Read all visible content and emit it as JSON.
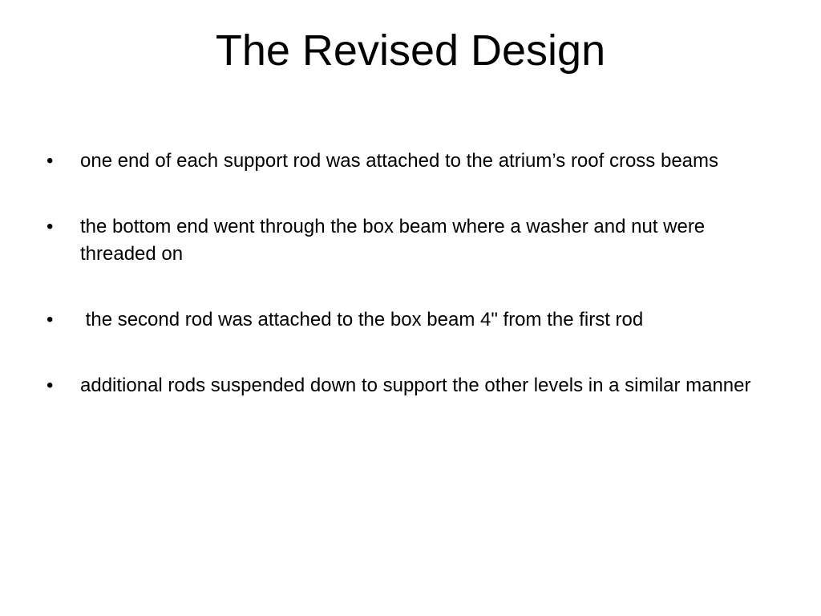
{
  "slide": {
    "title": "The Revised Design",
    "bullet_symbol": "•",
    "bullets": [
      "one end of each support rod was attached to the atrium’s roof cross beams",
      "the bottom end went through the box beam where a washer and nut were threaded on",
      " the second rod was attached to the box beam 4\" from the first rod",
      "additional rods suspended down to support the other levels in a similar manner"
    ]
  }
}
